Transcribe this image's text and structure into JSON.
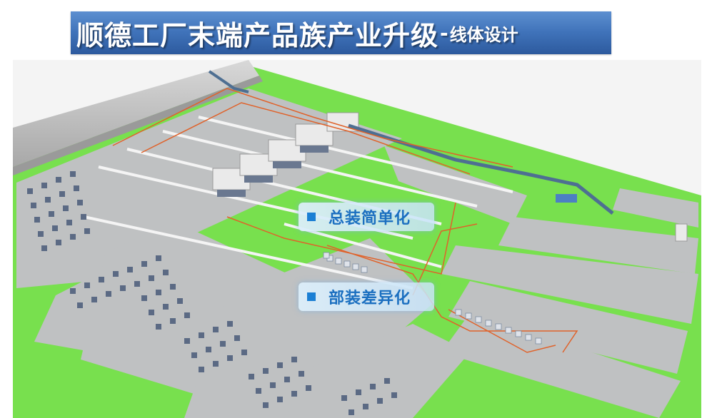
{
  "title": {
    "main": "顺德工厂末端产品族产业升级",
    "separator": "-",
    "sub": "线体设计"
  },
  "callouts": [
    {
      "label": "总装简单化",
      "icon": "square-bullet-icon"
    },
    {
      "label": "部装差异化",
      "icon": "square-bullet-icon"
    }
  ],
  "colors": {
    "banner": "#3f72b9",
    "floor": "#bdbdbd",
    "green_aisle": "#6ee04a",
    "wire": "#e0622a",
    "callout_text": "#1b6fc0"
  }
}
